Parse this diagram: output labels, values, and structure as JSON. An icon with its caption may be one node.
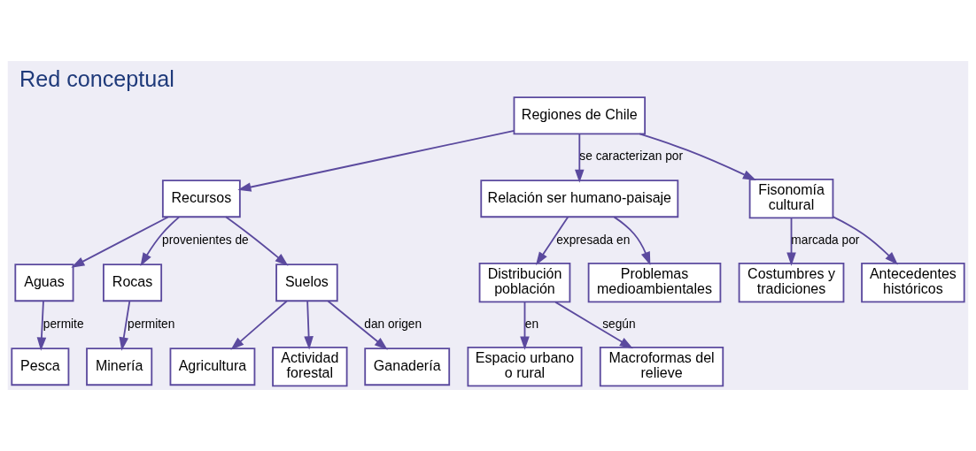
{
  "diagram": {
    "title": "Red conceptual",
    "nodes": [
      {
        "text": [
          "Regiones de Chile"
        ]
      },
      {
        "text": [
          "Recursos"
        ]
      },
      {
        "text": [
          "Relación ser humano-paisaje"
        ]
      },
      {
        "text": [
          "Fisonomía cultural"
        ]
      },
      {
        "text": [
          "Aguas"
        ]
      },
      {
        "text": [
          "Rocas"
        ]
      },
      {
        "text": [
          "Suelos"
        ]
      },
      {
        "text": [
          "Pesca"
        ]
      },
      {
        "text": [
          "Minería"
        ]
      },
      {
        "text": [
          "Agricultura"
        ]
      },
      {
        "text": [
          "Actividad forestal"
        ]
      },
      {
        "text": [
          "Ganadería"
        ]
      },
      {
        "text": [
          "Distribución población"
        ]
      },
      {
        "text": [
          "Problemas medioambientales"
        ]
      },
      {
        "text": [
          "Costumbres y tradiciones"
        ]
      },
      {
        "text": [
          "Antecedentes históricos"
        ]
      },
      {
        "text": [
          "Espacio urbano o rural"
        ]
      },
      {
        "text": [
          "Macroformas del relieve"
        ]
      }
    ],
    "edges": [
      {
        "from": 0,
        "to": 1,
        "arrow": "to"
      },
      {
        "from": 0,
        "to": 2,
        "arrow": "to",
        "label": "se caracterizan por"
      },
      {
        "from": 0,
        "to": 3,
        "arrow": "to"
      },
      {
        "from": 1,
        "to": 4,
        "arrow": "to"
      },
      {
        "from": 1,
        "to": 5,
        "arrow": "to",
        "label": "provenientes de"
      },
      {
        "from": 1,
        "to": 6,
        "arrow": "to"
      },
      {
        "from": 4,
        "to": 7,
        "arrow": "to",
        "label": "permite"
      },
      {
        "from": 5,
        "to": 8,
        "arrow": "to",
        "label": "permiten"
      },
      {
        "from": 6,
        "to": 9,
        "arrow": "to"
      },
      {
        "from": 6,
        "to": 11,
        "arrow": "to",
        "label": "dan origen"
      },
      {
        "from": 6,
        "to": 10,
        "arrow": "to"
      },
      {
        "from": 2,
        "to": 12,
        "arrow": "to",
        "label": "expresada en"
      },
      {
        "from": 2,
        "to": 13,
        "arrow": "to"
      },
      {
        "from": 3,
        "to": 14,
        "arrow": "to",
        "label": "marcada por"
      },
      {
        "from": 3,
        "to": 15,
        "arrow": "to"
      },
      {
        "from": 12,
        "to": 16,
        "arrow": "to",
        "label": "en"
      },
      {
        "from": 12,
        "to": 17,
        "arrow": "to",
        "label": "según"
      }
    ]
  }
}
